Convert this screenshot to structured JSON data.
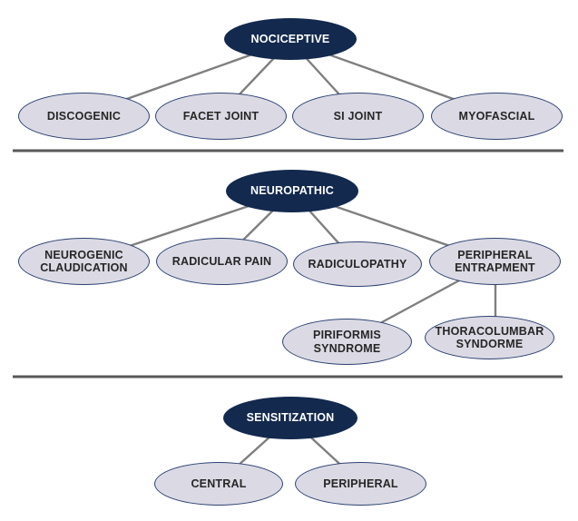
{
  "diagram": {
    "title": "pain-classification-tree",
    "sections": [
      {
        "root": {
          "label": "NOCICEPTIVE"
        },
        "children": [
          {
            "label": "DISCOGENIC"
          },
          {
            "label": "FACET JOINT"
          },
          {
            "label": "SI JOINT"
          },
          {
            "label": "MYOFASCIAL"
          }
        ]
      },
      {
        "root": {
          "label": "NEUROPATHIC"
        },
        "children": [
          {
            "label": "NEUROGENIC CLAUDICATION"
          },
          {
            "label": "RADICULAR PAIN"
          },
          {
            "label": "RADICULOPATHY"
          },
          {
            "label": "PERIPHERAL ENTRAPMENT"
          }
        ],
        "grandchildren": [
          {
            "label": "PIRIFORMIS SYNDROME",
            "parent": "PERIPHERAL ENTRAPMENT"
          },
          {
            "label": "THORACOLUMBAR SYNDORME",
            "parent": "PERIPHERAL ENTRAPMENT"
          }
        ]
      },
      {
        "root": {
          "label": "SENSITIZATION"
        },
        "children": [
          {
            "label": "CENTRAL"
          },
          {
            "label": "PERIPHERAL"
          }
        ]
      }
    ],
    "colors": {
      "root_fill": "#13294e",
      "root_text": "#ffffff",
      "child_fill": "#dbdae4",
      "child_border": "#2e4372",
      "child_text": "#262626",
      "connector": "#7f7f7f",
      "divider": "#595959"
    }
  }
}
